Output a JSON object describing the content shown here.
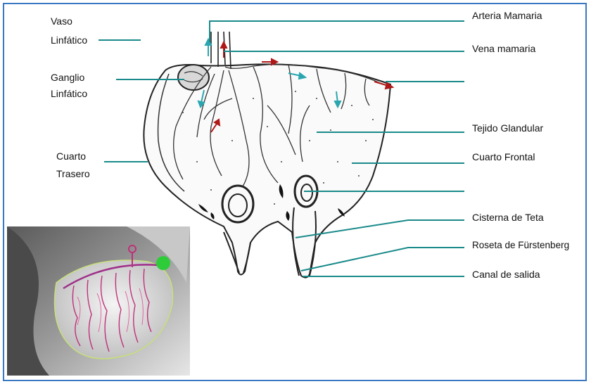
{
  "colors": {
    "frame": "#3a78c2",
    "leader": "#1a8a8a",
    "vessel_arrow": "#b01818",
    "lymph_arrow": "#2aa6b0",
    "green_marker": "#2fcc3a",
    "vein_pink": "#c0307a"
  },
  "labels": {
    "left": {
      "vaso_line1": "Vaso",
      "vaso_line2": "Linfático",
      "ganglio_line1": "Ganglio",
      "ganglio_line2": "Linfático",
      "cuarto_line1": "Cuarto",
      "cuarto_line2": "Trasero"
    },
    "right": {
      "arteria": "Arteria Mamaria",
      "vena": "Vena mamaria",
      "tejido": "Tejido Glandular",
      "frontal": "Cuarto Frontal",
      "cisterna": "Cisterna de Teta",
      "roseta": "Roseta de Fürstenberg",
      "canal": "Canal de salida"
    }
  }
}
